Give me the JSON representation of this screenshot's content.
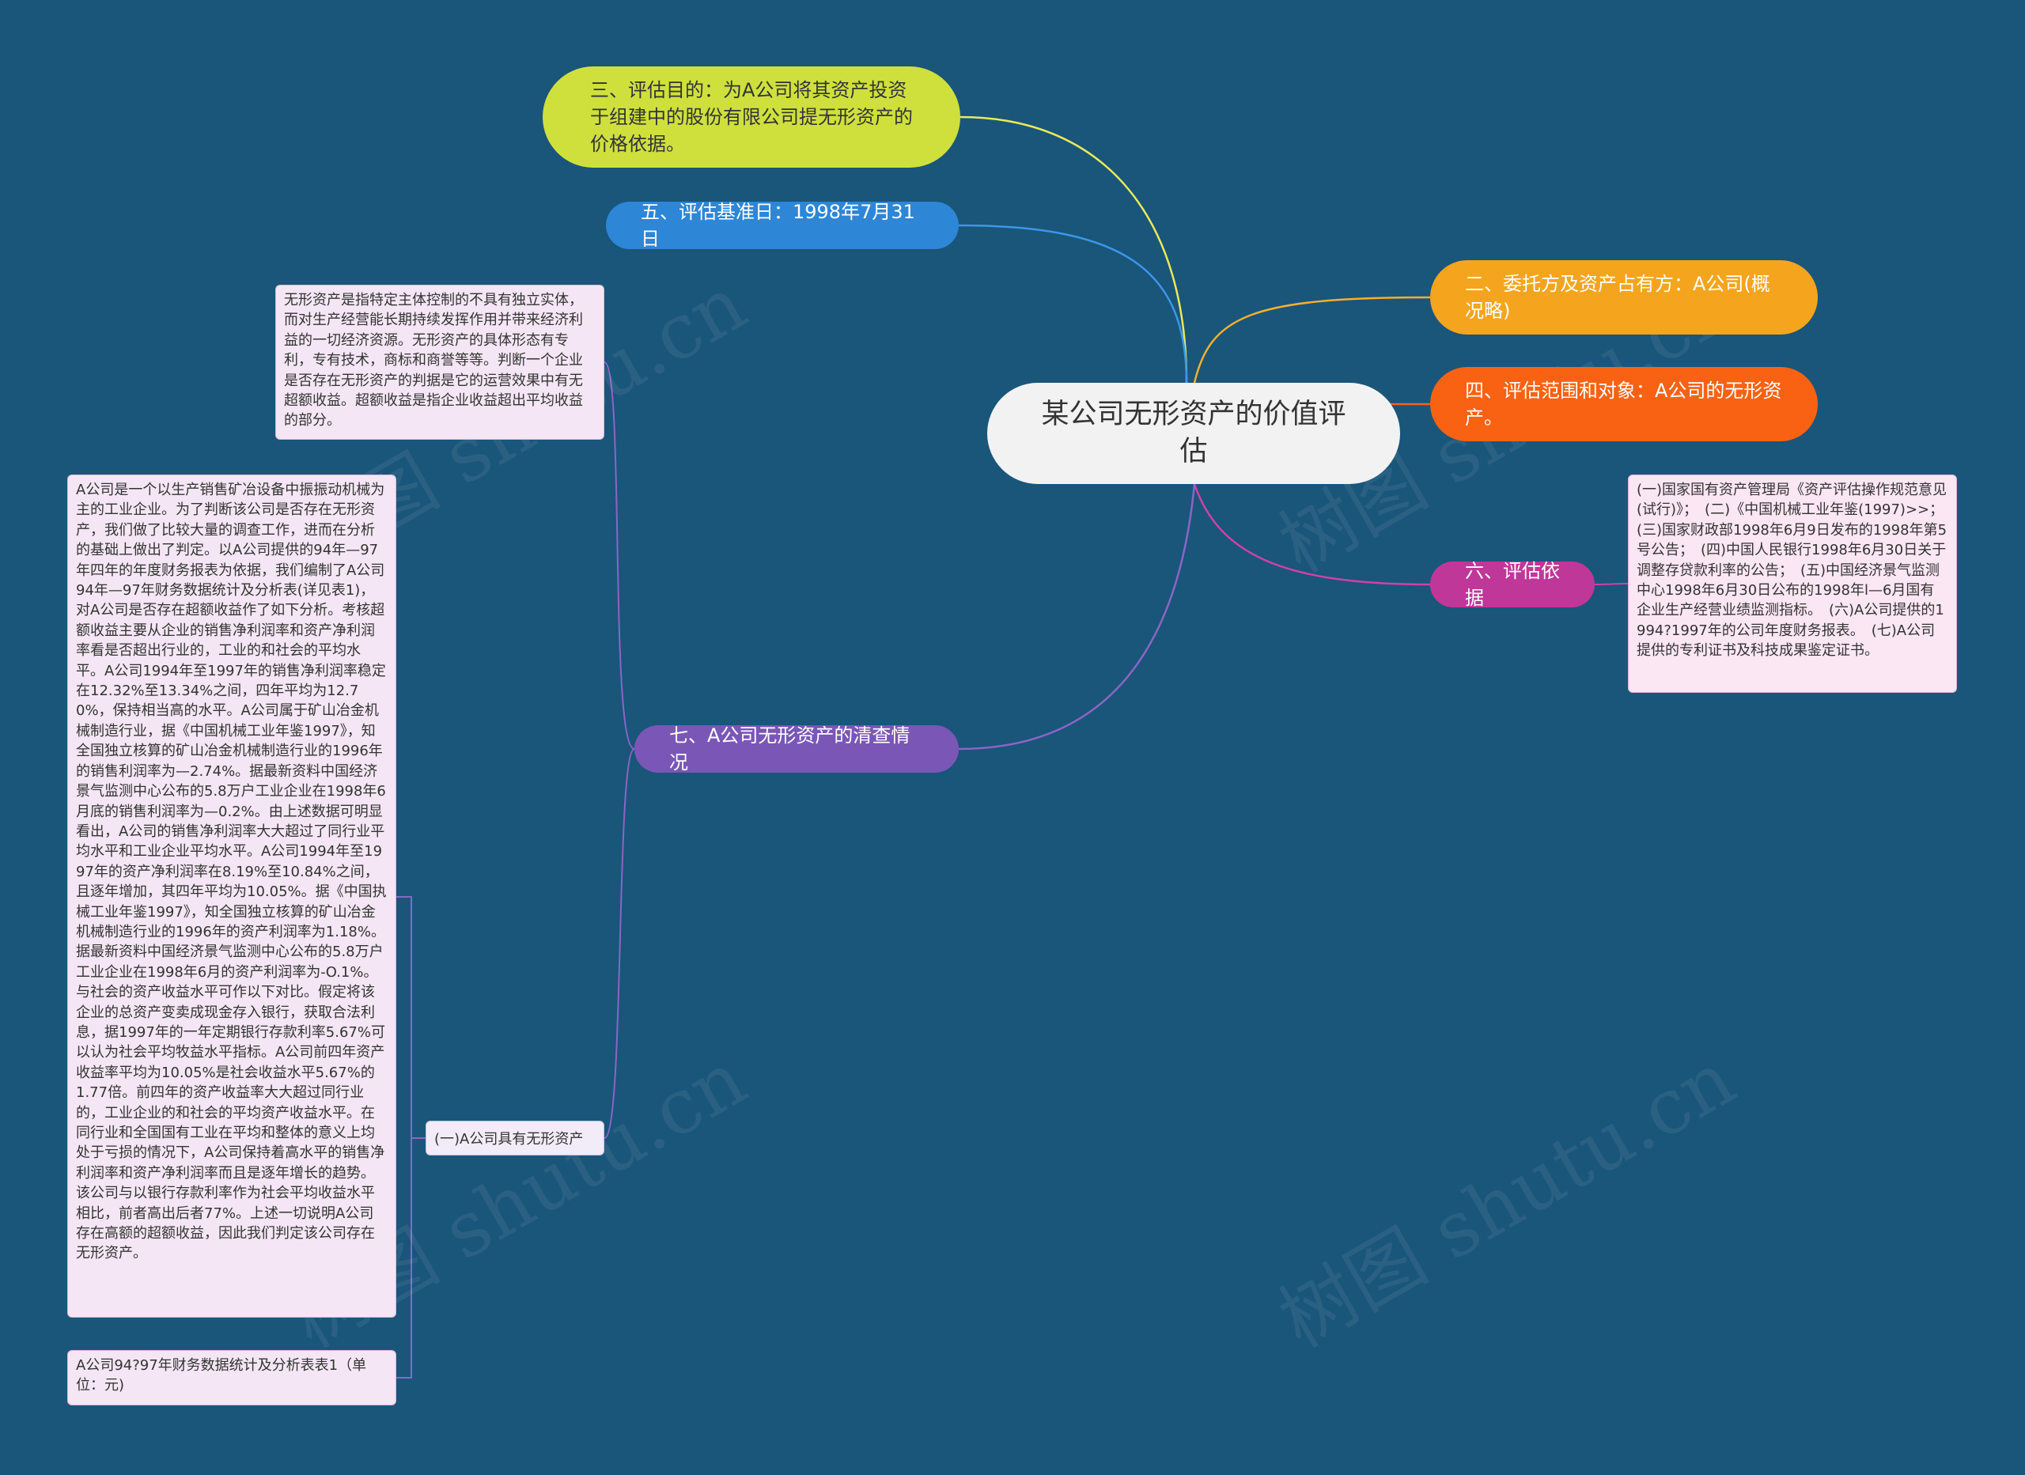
{
  "root": {
    "label": "某公司无形资产的价值评估"
  },
  "branches": {
    "purpose": "三、评估目的：为A公司将其资产投资于组建中的股份有限公司提无形资产的价格依据。",
    "base_date": "五、评估基准日：1998年7月31日",
    "client": "二、委托方及资产占有方：A公司(概况略)",
    "scope": "四、评估范围和对象：A公司的无形资产。",
    "basis": "六、评估依据",
    "inventory": "七、A公司无形资产的清查情况"
  },
  "leaves": {
    "intro": "无形资产是指特定主体控制的不具有独立实体，而对生产经营能长期持续发挥作用并带来经济利益的一切经济资源。无形资产的具体形态有专利，专有技术，商标和商誉等等。判断一个企业是否存在无形资产的判据是它的运营效果中有无超额收益。超额收益是指企业收益超出平均收益的部分。",
    "sub1": "(一)A公司具有无形资产",
    "analysis": "A公司是一个以生产销售矿冶设备中振振动机械为主的工业企业。为了判断该公司是否存在无形资产，我们做了比较大量的调查工作，进而在分析的基础上做出了判定。以A公司提供的94年—97年四年的年度财务报表为依据，我们编制了A公司94年—97年财务数据统计及分析表(详见表1)，对A公司是否存在超额收益作了如下分析。考核超额收益主要从企业的销售净利润率和资产净利润率看是否超出行业的，工业的和社会的平均水平。A公司1994年至1997年的销售净利润率稳定在12.32%至13.34%之间，四年平均为12.70%，保持相当高的水平。A公司属于矿山冶金机械制造行业，据《中国机械工业年鉴1997》，知全国独立核算的矿山冶金机械制造行业的1996年的销售利润率为—2.74%。据最新资料中国经济景气监测中心公布的5.8万户工业企业在1998年6月底的销售利润率为—0.2%。由上述数据可明显看出，A公司的销售净利润率大大超过了同行业平均水平和工业企业平均水平。A公司1994年至1997年的资产净利润率在8.19%至10.84%之间，且逐年增加，其四年平均为10.05%。据《中国执械工业年鉴1997》，知全国独立核算的矿山冶金机械制造行业的1996年的资产利润率为1.18%。据最新资料中国经济景气监测中心公布的5.8万户工业企业在1998年6月的资产利润率为-O.1%。与社会的资产收益水平可作以下对比。假定将该企业的总资产变卖成现金存入银行，获取合法利息，据1997年的一年定期银行存款利率5.67%可以认为社会平均牧益水平指标。A公司前四年资产收益率平均为10.05%是社会收益水平5.67%的1.77倍。前四年的资产收益率大大超过同行业的，工业企业的和社会的平均资产收益水平。在同行业和全国国有工业在平均和整体的意义上均处于亏损的情况下，A公司保持着高水平的销售净利润率和资产净利润率而且是逐年增长的趋势。该公司与以银行存款利率作为社会平均收益水平相比，前者高出后者77%。上述一切说明A公司存在高额的超额收益，因此我们判定该公司存在无形资产。",
    "table": "A公司94?97年财务数据统计及分析表表1（单位：元)",
    "basis_detail": "(一)国家国有资产管理局《资产评估操作规范意见(试行)》；　(二)《中国机械工业年鉴(1997)>>；　(三)国家财政部1998年6月9日发布的1998年第5号公告；　(四)中国人民银行1998年6月30日关于调整存贷款利率的公告；　(五)中国经济景气监测中心1998年6月30日公布的1998年l—6月国有企业生产经营业绩监测指标。　(六)A公司提供的1994?1997年的公司年度财务报表。　(七)A公司提供的专利证书及科技成果鉴定证书。"
  },
  "watermark": "树图 shutu.cn",
  "colors": {
    "background": "#1a557a",
    "purpose": "#cfe03d",
    "base_date": "#2e86d6",
    "client": "#f5a51d",
    "scope": "#f96212",
    "basis": "#c0379a",
    "inventory": "#7a56b7"
  }
}
